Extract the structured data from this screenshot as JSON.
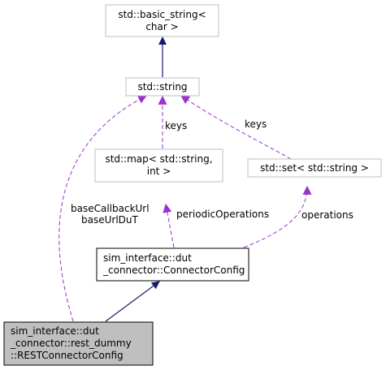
{
  "diagram": {
    "colors": {
      "gray_border": "#bfbfbf",
      "dark_border": "#000000",
      "highlight_fill": "#bfbfbf",
      "inherit_edge": "#191970",
      "usage_edge": "#9a32cd"
    },
    "nodes": {
      "basic_string": {
        "line1": "std::basic_string<",
        "line2": "char >"
      },
      "string": {
        "line1": "std::string"
      },
      "map": {
        "line1": "std::map< std::string,",
        "line2": "int >"
      },
      "set": {
        "line1": "std::set< std::string >"
      },
      "connector_config": {
        "line1": "sim_interface::dut",
        "line2": "_connector::ConnectorConfig"
      },
      "rest_connector_config": {
        "line1": "sim_interface::dut",
        "line2": "_connector::rest_dummy",
        "line3": "::RESTConnectorConfig"
      }
    },
    "edge_labels": {
      "map_keys": "keys",
      "set_keys": "keys",
      "base_callback_url": "baseCallbackUrl",
      "base_url_dut": "baseUrlDuT",
      "periodic_operations": "periodicOperations",
      "operations": "operations"
    }
  }
}
